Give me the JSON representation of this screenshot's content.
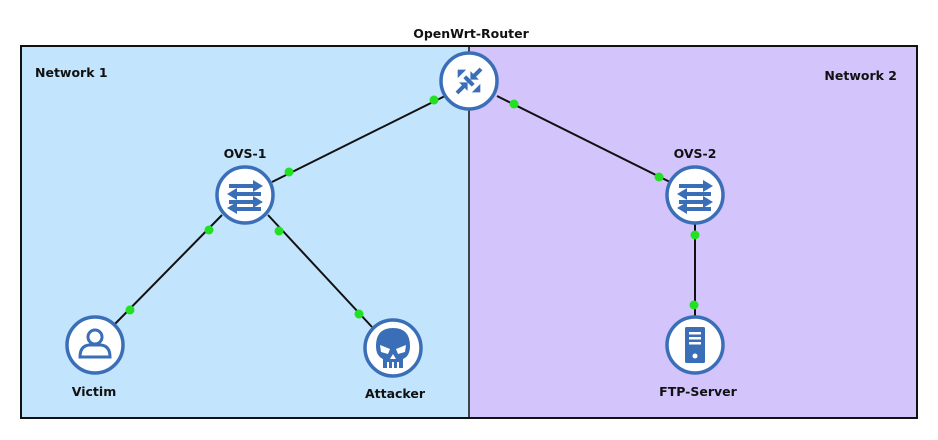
{
  "title": "OpenWrt-Router",
  "zones": [
    {
      "label": "Network 1",
      "color": "#c2e4fc"
    },
    {
      "label": "Network 2",
      "color": "#d3c4fc"
    }
  ],
  "nodes": {
    "router": {
      "label": "OpenWrt-Router",
      "icon": "router-icon"
    },
    "ovs1": {
      "label": "OVS-1",
      "icon": "switch-icon"
    },
    "ovs2": {
      "label": "OVS-2",
      "icon": "switch-icon"
    },
    "victim": {
      "label": "Victim",
      "icon": "user-icon"
    },
    "attacker": {
      "label": "Attacker",
      "icon": "skull-icon"
    },
    "ftp": {
      "label": "FTP-Server",
      "icon": "server-icon"
    }
  },
  "links": [
    {
      "from": "router",
      "to": "ovs1"
    },
    {
      "from": "router",
      "to": "ovs2"
    },
    {
      "from": "ovs1",
      "to": "victim"
    },
    {
      "from": "ovs1",
      "to": "attacker"
    },
    {
      "from": "ovs2",
      "to": "ftp"
    }
  ],
  "colors": {
    "icon_blue": "#3a6fb8",
    "port_green": "#22e022",
    "border": "#111111"
  }
}
